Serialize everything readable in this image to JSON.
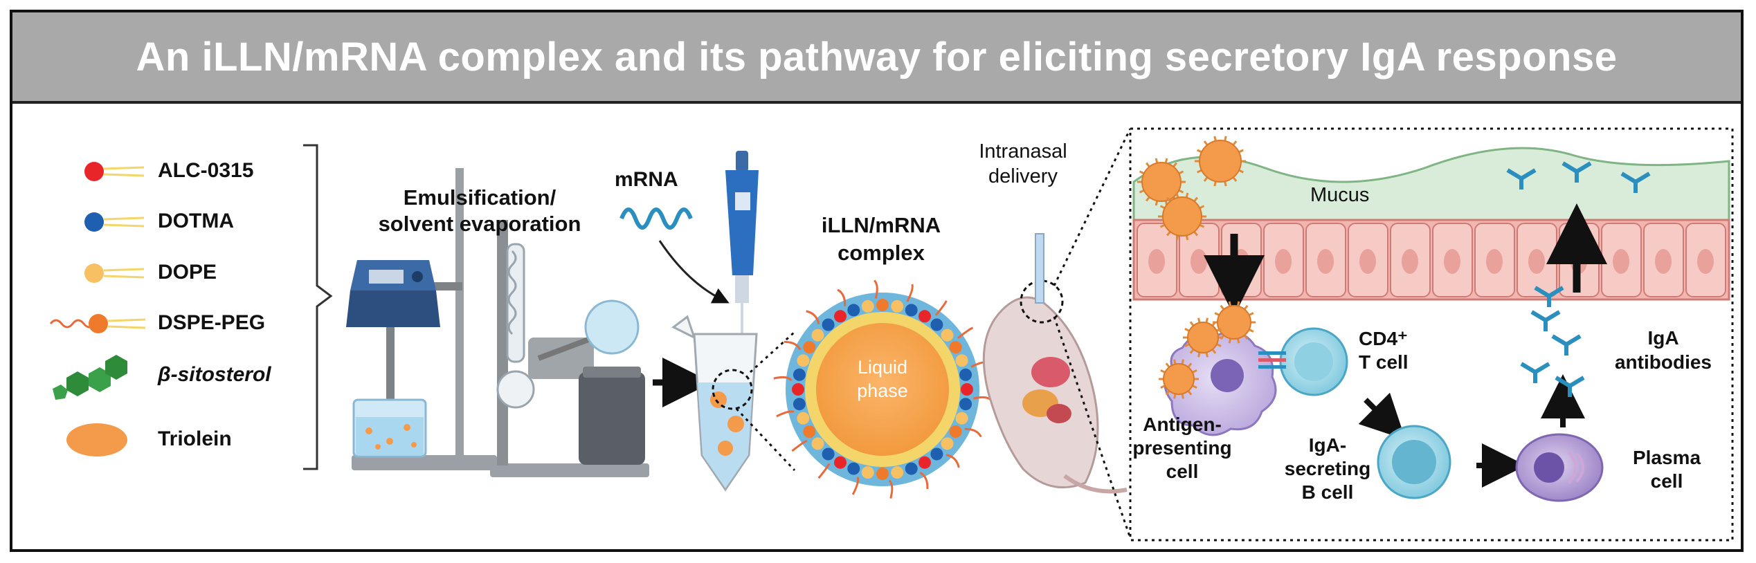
{
  "title": "An iLLN/mRNA complex and its pathway for eliciting secretory IgA response",
  "components": [
    {
      "label": "ALC-0315",
      "color": "#e8262a",
      "icon": "lipid-red-icon"
    },
    {
      "label": "DOTMA",
      "color": "#1f5fb0",
      "icon": "lipid-blue-icon"
    },
    {
      "label": "DOPE",
      "color": "#f6c063",
      "icon": "lipid-yellow-icon"
    },
    {
      "label": "DSPE-PEG",
      "color": "#f07a2b",
      "icon": "lipid-peg-icon"
    },
    {
      "label": "β-sitosterol",
      "color": "#2e8b3a",
      "icon": "sterol-icon"
    },
    {
      "label": "Triolein",
      "color": "#f39a4b",
      "icon": "oil-ellipse-icon"
    }
  ],
  "process": {
    "step_line1": "Emulsification/",
    "step_line2": "solvent evaporation",
    "mrna_label": "mRNA"
  },
  "complex": {
    "label_line1": "iLLN/mRNA",
    "label_line2": "complex",
    "core_line1": "Liquid",
    "core_line2": "phase"
  },
  "delivery": {
    "line1": "Intranasal",
    "line2": "delivery"
  },
  "pathway": {
    "mucus": "Mucus",
    "cd4_line1": "CD4⁺",
    "cd4_line2": "T cell",
    "apc_line1": "Antigen-",
    "apc_line2": "presenting",
    "apc_line3": "cell",
    "bcell_line1": "IgA-",
    "bcell_line2": "secreting",
    "bcell_line3": "B cell",
    "plasma_line1": "Plasma",
    "plasma_line2": "cell",
    "iga_line1": "IgA",
    "iga_line2": "antibodies"
  }
}
